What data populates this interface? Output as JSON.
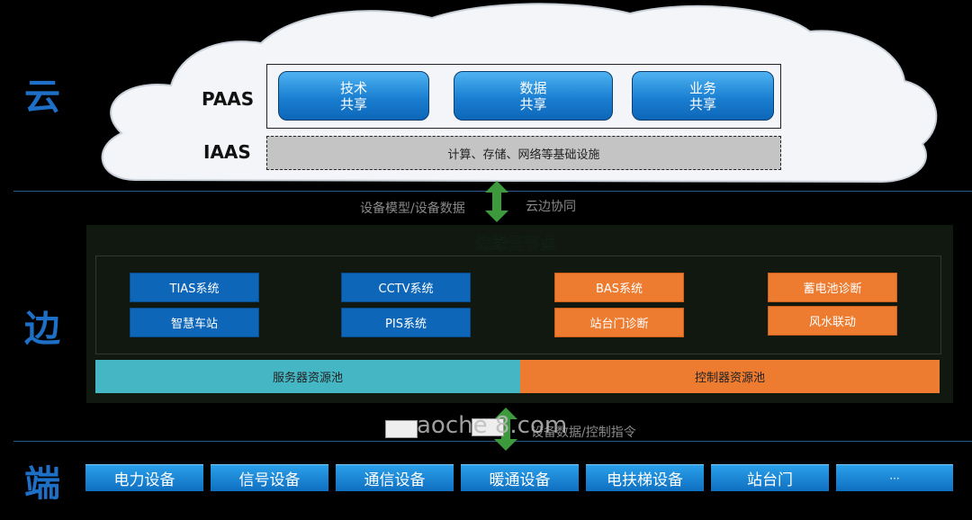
{
  "tiers": {
    "cloud": "云",
    "edge": "边",
    "end": "端"
  },
  "cloud": {
    "paas_label": "PAAS",
    "iaas_label": "IAAS",
    "paas_items": [
      {
        "line1": "技术",
        "line2": "共享"
      },
      {
        "line1": "数据",
        "line2": "共享"
      },
      {
        "line1": "业务",
        "line2": "共享"
      }
    ],
    "iaas_text": "计算、存储、网络等基础设施"
  },
  "cloud_edge": {
    "left": "设备模型/设备数据",
    "right": "云边协同"
  },
  "edge": {
    "title": "边缘云节点",
    "blue_items": [
      "TIAS系统",
      "智慧车站",
      "CCTV系统",
      "PIS系统"
    ],
    "orange_items": [
      "BAS系统",
      "站台门诊断",
      "蓄电池诊断",
      "风水联动"
    ],
    "server_pool": "服务器资源池",
    "controller_pool": "控制器资源池"
  },
  "edge_end": {
    "text": "设备数据/控制指令",
    "watermark": "aoche 8.com"
  },
  "end": {
    "devices": [
      "电力设备",
      "信号设备",
      "通信设备",
      "暖通设备",
      "电扶梯设备",
      "站台门",
      "···"
    ]
  },
  "colors": {
    "blue": "#0e66b8",
    "orange": "#ed7b30",
    "teal": "#45b7c4",
    "arrow": "#3c9a3c"
  }
}
